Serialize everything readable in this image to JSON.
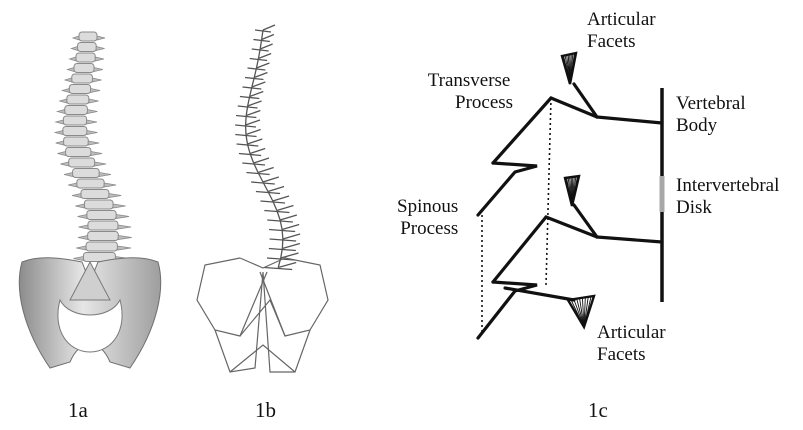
{
  "figure": {
    "captions": {
      "a": "1a",
      "b": "1b",
      "c": "1c"
    }
  },
  "diagram_c": {
    "labels": {
      "articular_facets_top_1": "Articular",
      "articular_facets_top_2": "Facets",
      "transverse_process_1": "Transverse",
      "transverse_process_2": "Process",
      "vertebral_body_1": "Vertebral",
      "vertebral_body_2": "Body",
      "intervertebral_disk_1": "Intervertebral",
      "intervertebral_disk_2": "Disk",
      "spinous_process_1": "Spinous",
      "spinous_process_2": "Process",
      "articular_facets_bottom_1": "Articular",
      "articular_facets_bottom_2": "Facets"
    },
    "colors": {
      "line": "#111111",
      "disk": "#a8a8a8",
      "bone": "#d2d2d2",
      "bone_shade": "#9a9a9a"
    }
  }
}
